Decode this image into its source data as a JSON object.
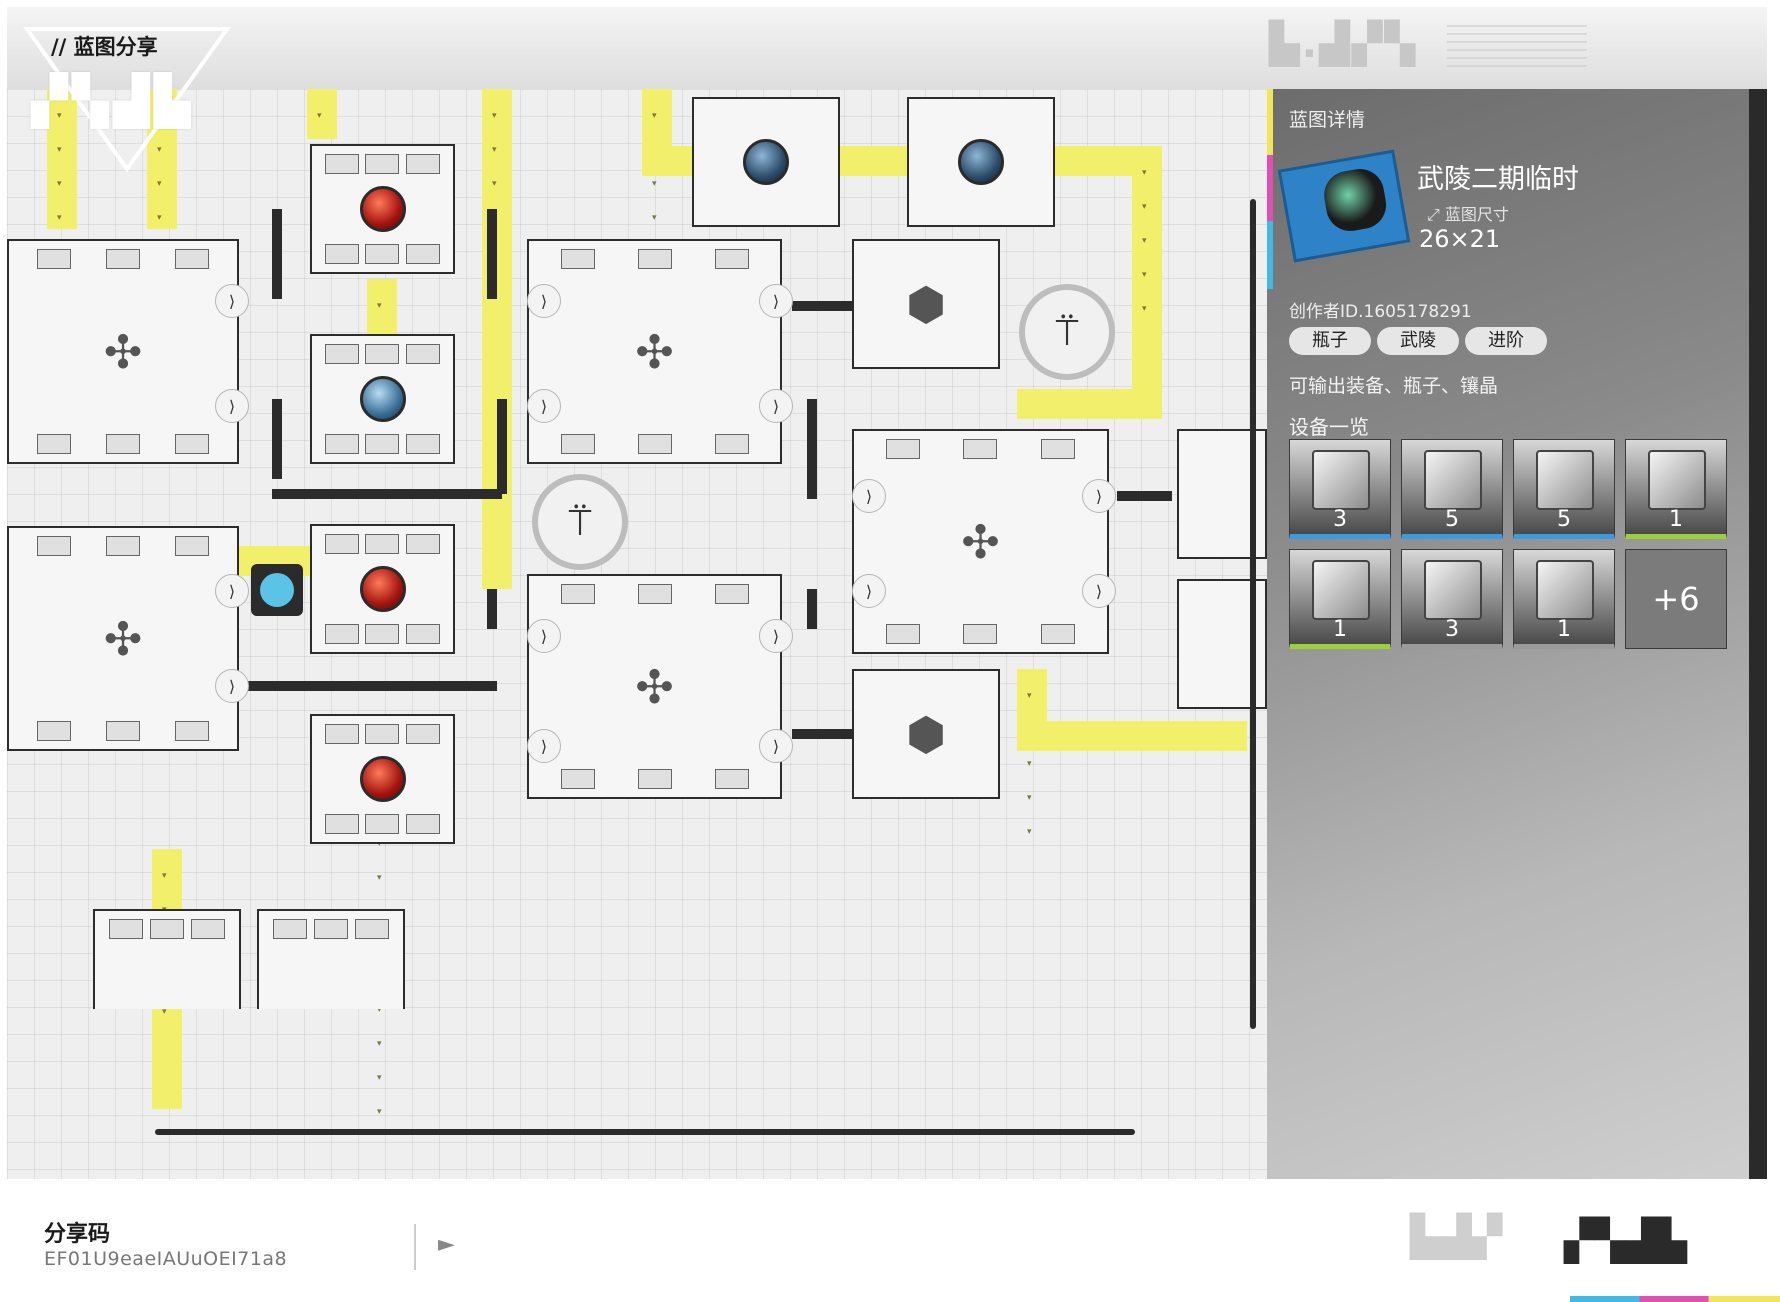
{
  "header": {
    "title": "// 蓝图分享"
  },
  "panel": {
    "heading": "蓝图详情",
    "blueprint_name": "武陵二期临时",
    "size_label": "蓝图尺寸",
    "size_value": "26×21",
    "creator": "创作者ID.1605178291",
    "tags": [
      "瓶子",
      "武陵",
      "进阶"
    ],
    "output_desc": "可输出装备、瓶子、镶晶",
    "equipment_heading": "设备一览",
    "equipment": [
      {
        "count": "3",
        "icon": "machine-icon",
        "accent": "blue"
      },
      {
        "count": "5",
        "icon": "machine-icon",
        "accent": "blue"
      },
      {
        "count": "5",
        "icon": "machine-icon",
        "accent": "blue"
      },
      {
        "count": "1",
        "icon": "machine-icon",
        "accent": "green"
      },
      {
        "count": "1",
        "icon": "machine-icon",
        "accent": "green"
      },
      {
        "count": "3",
        "icon": "machine-icon",
        "accent": "gray"
      },
      {
        "count": "1",
        "icon": "machine-icon",
        "accent": "gray"
      }
    ],
    "more_label": "+6"
  },
  "footer": {
    "share_label": "分享码",
    "share_code": "EF01U9eaeIAUuOEI71a8"
  },
  "colors": {
    "belt": "#f2ef6a",
    "accent_blue": "#3c9be0",
    "accent_green": "#9bd03c"
  }
}
